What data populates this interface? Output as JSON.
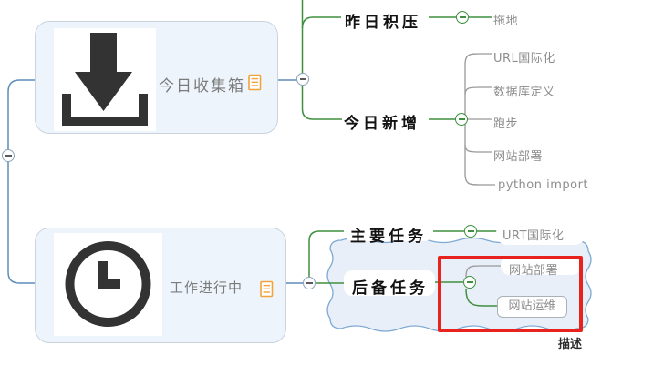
{
  "map": {
    "root_nodes": [
      {
        "label": "今日收集箱",
        "icon": "download-inbox-icon",
        "has_notes": true
      },
      {
        "label": "工作进行中",
        "icon": "clock-icon",
        "has_notes": true
      }
    ],
    "branches": [
      {
        "label": "昨日积压",
        "children": [
          "拖地"
        ]
      },
      {
        "label": "今日新增",
        "children": [
          "URL国际化",
          "数据库定义",
          "跑步",
          "网站部署",
          "python import"
        ]
      },
      {
        "label": "主要任务",
        "children": [
          "URT国际化"
        ]
      },
      {
        "label": "后备任务",
        "children": [
          "网站部署",
          "网站运维"
        ]
      }
    ],
    "annotation": {
      "label": "描述"
    }
  },
  "colors": {
    "branch_line_green": "#3f8f3f",
    "root_line_blue": "#5e8cba",
    "child_line_gray": "#999999",
    "node_fill": "#edf4fb",
    "node_border": "#c9d4de",
    "boundary_fill": "#e9eff8",
    "boundary_stroke": "#7ea9d3",
    "highlight_red": "#e8231d",
    "notes_orange": "#f2a33a",
    "icon_dark": "#333333"
  }
}
